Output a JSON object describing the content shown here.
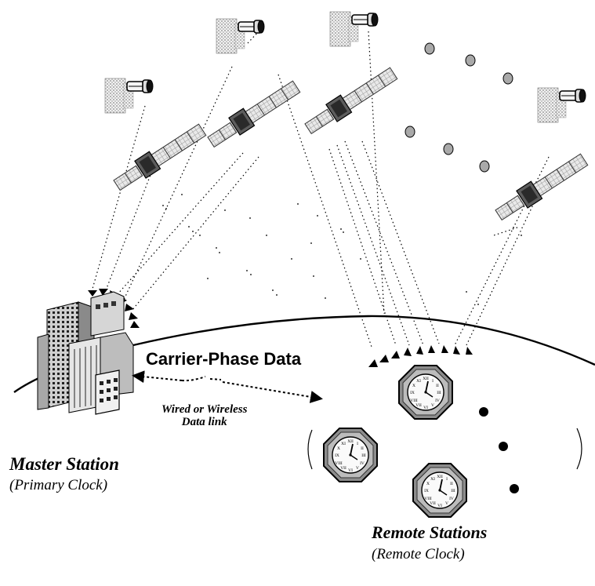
{
  "diagram": {
    "carrier_phase_label": "Carrier-Phase Data",
    "link_label_line1": "Wired or Wireless",
    "link_label_line2": "Data link",
    "master": {
      "title": "Master Station",
      "subtitle": "(Primary Clock)"
    },
    "remote": {
      "title": "Remote Stations",
      "subtitle": "(Remote Clock)"
    }
  },
  "colors": {
    "ink": "#000000",
    "panel_gray": "#bdbdbd",
    "orbit_dot": "#a9a9a9",
    "building_light": "#d4d4d4",
    "clock_frame": "#8c8c8c"
  },
  "icons": [
    "satellite-icon",
    "building-icon",
    "clock-icon",
    "orbit-dot-icon"
  ]
}
